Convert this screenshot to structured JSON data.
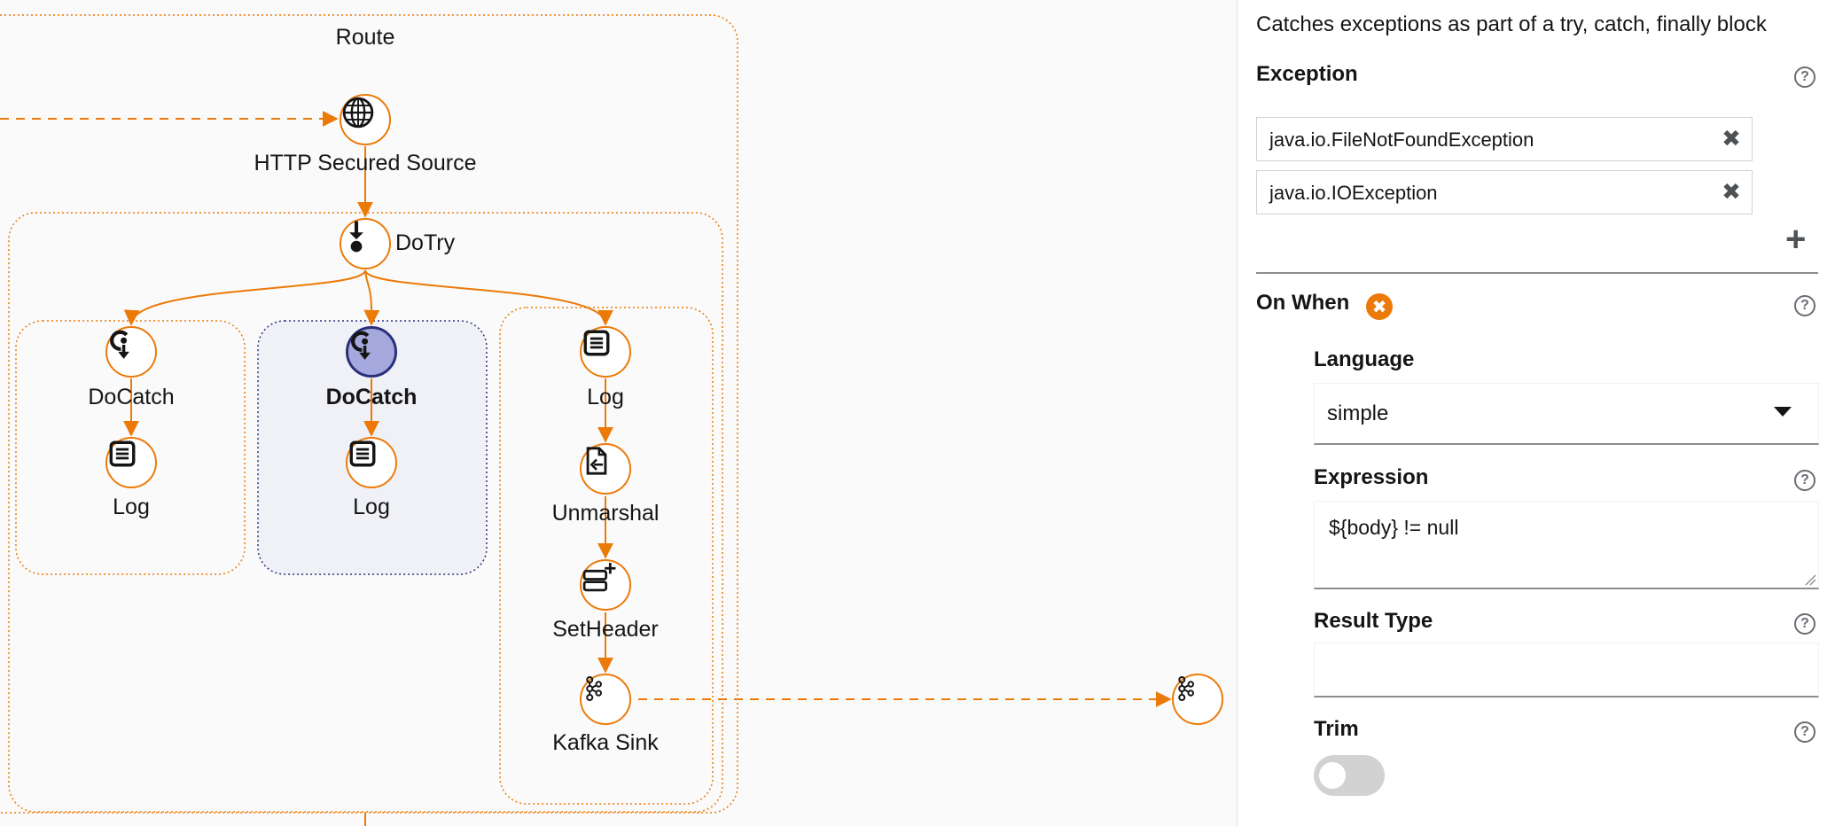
{
  "canvas": {
    "route_label": "Route",
    "nodes": {
      "http_source": "HTTP Secured Source",
      "do_try": "DoTry",
      "do_catch_1": "DoCatch",
      "log_1": "Log",
      "do_catch_2": "DoCatch",
      "log_2": "Log",
      "log_3": "Log",
      "unmarshal": "Unmarshal",
      "set_header": "SetHeader",
      "kafka_sink": "Kafka Sink"
    }
  },
  "panel": {
    "description": "Catches exceptions as part of a try, catch, finally block",
    "exception": {
      "title": "Exception",
      "items": [
        "java.io.FileNotFoundException",
        "java.io.IOException"
      ],
      "remove_glyph": "✖",
      "add_glyph": "+"
    },
    "on_when": {
      "title": "On When",
      "remove_glyph": "✖",
      "language": {
        "label": "Language",
        "value": "simple"
      },
      "expression": {
        "label": "Expression",
        "value": "${body} != null"
      },
      "result_type": {
        "label": "Result Type",
        "value": ""
      },
      "trim": {
        "label": "Trim",
        "enabled": false
      }
    },
    "help_glyph": "?"
  },
  "colors": {
    "accent": "#ec7a08",
    "selected_fill": "#a4a8dc",
    "selected_border": "#2b2f7a",
    "selected_group_bg": "#f0f1f7"
  }
}
